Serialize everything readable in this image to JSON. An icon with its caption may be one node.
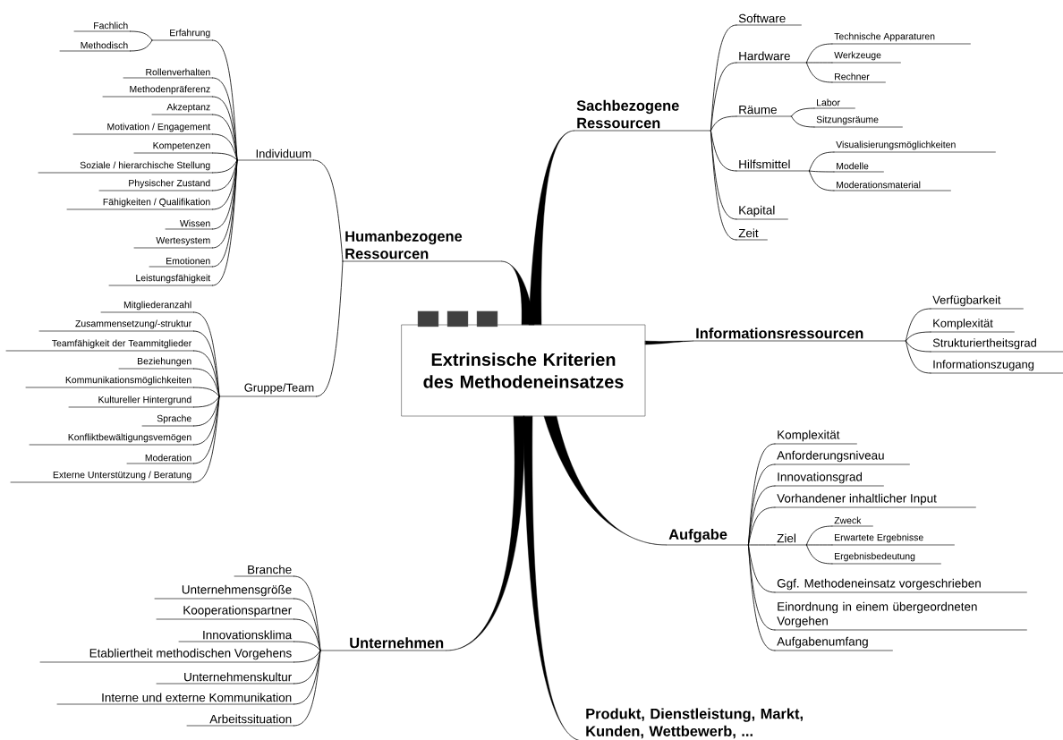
{
  "diagram": {
    "nodes": [
      {
        "text": [
          "Extrinsische Kriterien des Methodeneinsatzes"
        ]
      },
      {
        "text": [
          "Humanbezogene Ressourcen"
        ]
      },
      {
        "text": [
          "Individuum"
        ]
      },
      {
        "text": [
          "Erfahrung"
        ]
      },
      {
        "text": [
          "Fachlich"
        ]
      },
      {
        "text": [
          "Methodisch"
        ]
      },
      {
        "text": [
          "Rollenverhalten"
        ]
      },
      {
        "text": [
          "Methodenpräferenz"
        ]
      },
      {
        "text": [
          "Akzeptanz"
        ]
      },
      {
        "text": [
          "Motivation / Engagement"
        ]
      },
      {
        "text": [
          "Kompetenzen"
        ]
      },
      {
        "text": [
          "Soziale / hierarchische Stellung"
        ]
      },
      {
        "text": [
          "Physischer Zustand"
        ]
      },
      {
        "text": [
          "Fähigkeiten / Qualifikation"
        ]
      },
      {
        "text": [
          "Wissen"
        ]
      },
      {
        "text": [
          "Wertesystem"
        ]
      },
      {
        "text": [
          "Emotionen"
        ]
      },
      {
        "text": [
          "Leistungsfähigkeit"
        ]
      },
      {
        "text": [
          "Gruppe/Team"
        ]
      },
      {
        "text": [
          "Mitgliederanzahl"
        ]
      },
      {
        "text": [
          "Zusammensetzung/-struktur"
        ]
      },
      {
        "text": [
          "Teamfähigkeit der Teammitglieder"
        ]
      },
      {
        "text": [
          "Beziehungen"
        ]
      },
      {
        "text": [
          "Kommunikationsmöglichkeiten"
        ]
      },
      {
        "text": [
          "Kultureller Hintergrund"
        ]
      },
      {
        "text": [
          "Sprache"
        ]
      },
      {
        "text": [
          "Konfliktbewältigungsvemögen"
        ]
      },
      {
        "text": [
          "Moderation"
        ]
      },
      {
        "text": [
          "Externe Unterstützung / Beratung"
        ]
      },
      {
        "text": [
          "Unternehmen"
        ]
      },
      {
        "text": [
          "Branche"
        ]
      },
      {
        "text": [
          "Unternehmensgröße"
        ]
      },
      {
        "text": [
          "Kooperationspartner"
        ]
      },
      {
        "text": [
          "Innovationsklima"
        ]
      },
      {
        "text": [
          "Etabliertheit methodischen Vorgehens"
        ]
      },
      {
        "text": [
          "Unternehmenskultur"
        ]
      },
      {
        "text": [
          "Interne und externe Kommunikation"
        ]
      },
      {
        "text": [
          "Arbeitssituation"
        ]
      },
      {
        "text": [
          "Sachbezogene Ressourcen"
        ]
      },
      {
        "text": [
          "Software"
        ]
      },
      {
        "text": [
          "Hardware"
        ]
      },
      {
        "text": [
          "Technische Apparaturen"
        ]
      },
      {
        "text": [
          "Werkzeuge"
        ]
      },
      {
        "text": [
          "Rechner"
        ]
      },
      {
        "text": [
          "Räume"
        ]
      },
      {
        "text": [
          "Labor"
        ]
      },
      {
        "text": [
          "Sitzungsräume"
        ]
      },
      {
        "text": [
          "Hilfsmittel"
        ]
      },
      {
        "text": [
          "Visualisierungsmöglichkeiten"
        ]
      },
      {
        "text": [
          "Modelle"
        ]
      },
      {
        "text": [
          "Moderationsmaterial"
        ]
      },
      {
        "text": [
          "Kapital"
        ]
      },
      {
        "text": [
          "Zeit"
        ]
      },
      {
        "text": [
          "Informationsressourcen"
        ]
      },
      {
        "text": [
          "Verfügbarkeit"
        ]
      },
      {
        "text": [
          "Komplexität"
        ]
      },
      {
        "text": [
          "Strukturiertheitsgrad"
        ]
      },
      {
        "text": [
          "Informationszugang"
        ]
      },
      {
        "text": [
          "Aufgabe"
        ]
      },
      {
        "text": [
          "Komplexität"
        ]
      },
      {
        "text": [
          "Anforderungsniveau"
        ]
      },
      {
        "text": [
          "Innovationsgrad"
        ]
      },
      {
        "text": [
          "Vorhandener inhaltlicher Input"
        ]
      },
      {
        "text": [
          "Ziel"
        ]
      },
      {
        "text": [
          "Zweck"
        ]
      },
      {
        "text": [
          "Erwartete Ergebnisse"
        ]
      },
      {
        "text": [
          "Ergebnisbedeutung"
        ]
      },
      {
        "text": [
          "Ggf. Methodeneinsatz vorgeschrieben"
        ]
      },
      {
        "text": [
          "Einordnung in einem übergeordneten Vorgehen"
        ]
      },
      {
        "text": [
          "Aufgabenumfang"
        ]
      },
      {
        "text": [
          "Produkt, Dienstleistung, Markt, Kunden, Wettbewerb, ..."
        ]
      }
    ],
    "edges": [
      {
        "from": 0,
        "to": 1,
        "arrow": "none",
        "style": "thick"
      },
      {
        "from": 0,
        "to": 38,
        "arrow": "none",
        "style": "thick"
      },
      {
        "from": 0,
        "to": 53,
        "arrow": "none",
        "style": "thick"
      },
      {
        "from": 0,
        "to": 58,
        "arrow": "none",
        "style": "thick"
      },
      {
        "from": 0,
        "to": 29,
        "arrow": "none",
        "style": "thick"
      },
      {
        "from": 0,
        "to": 70,
        "arrow": "none",
        "style": "thick"
      },
      {
        "from": 1,
        "to": 2,
        "arrow": "none"
      },
      {
        "from": 1,
        "to": 18,
        "arrow": "none"
      },
      {
        "from": 2,
        "to": 3,
        "arrow": "none"
      },
      {
        "from": 3,
        "to": 4,
        "arrow": "none"
      },
      {
        "from": 3,
        "to": 5,
        "arrow": "none"
      },
      {
        "from": 2,
        "to": 6,
        "arrow": "none"
      },
      {
        "from": 2,
        "to": 7,
        "arrow": "none"
      },
      {
        "from": 2,
        "to": 8,
        "arrow": "none"
      },
      {
        "from": 2,
        "to": 9,
        "arrow": "none"
      },
      {
        "from": 2,
        "to": 10,
        "arrow": "none"
      },
      {
        "from": 2,
        "to": 11,
        "arrow": "none"
      },
      {
        "from": 2,
        "to": 12,
        "arrow": "none"
      },
      {
        "from": 2,
        "to": 13,
        "arrow": "none"
      },
      {
        "from": 2,
        "to": 14,
        "arrow": "none"
      },
      {
        "from": 2,
        "to": 15,
        "arrow": "none"
      },
      {
        "from": 2,
        "to": 16,
        "arrow": "none"
      },
      {
        "from": 2,
        "to": 17,
        "arrow": "none"
      },
      {
        "from": 18,
        "to": 19,
        "arrow": "none"
      },
      {
        "from": 18,
        "to": 20,
        "arrow": "none"
      },
      {
        "from": 18,
        "to": 21,
        "arrow": "none"
      },
      {
        "from": 18,
        "to": 22,
        "arrow": "none"
      },
      {
        "from": 18,
        "to": 23,
        "arrow": "none"
      },
      {
        "from": 18,
        "to": 24,
        "arrow": "none"
      },
      {
        "from": 18,
        "to": 25,
        "arrow": "none"
      },
      {
        "from": 18,
        "to": 26,
        "arrow": "none"
      },
      {
        "from": 18,
        "to": 27,
        "arrow": "none"
      },
      {
        "from": 18,
        "to": 28,
        "arrow": "none"
      },
      {
        "from": 29,
        "to": 30,
        "arrow": "none"
      },
      {
        "from": 29,
        "to": 31,
        "arrow": "none"
      },
      {
        "from": 29,
        "to": 32,
        "arrow": "none"
      },
      {
        "from": 29,
        "to": 33,
        "arrow": "none"
      },
      {
        "from": 29,
        "to": 34,
        "arrow": "none"
      },
      {
        "from": 29,
        "to": 35,
        "arrow": "none"
      },
      {
        "from": 29,
        "to": 36,
        "arrow": "none"
      },
      {
        "from": 29,
        "to": 37,
        "arrow": "none"
      },
      {
        "from": 38,
        "to": 39,
        "arrow": "none"
      },
      {
        "from": 38,
        "to": 40,
        "arrow": "none"
      },
      {
        "from": 40,
        "to": 41,
        "arrow": "none"
      },
      {
        "from": 40,
        "to": 42,
        "arrow": "none"
      },
      {
        "from": 40,
        "to": 43,
        "arrow": "none"
      },
      {
        "from": 38,
        "to": 44,
        "arrow": "none"
      },
      {
        "from": 44,
        "to": 45,
        "arrow": "none"
      },
      {
        "from": 44,
        "to": 46,
        "arrow": "none"
      },
      {
        "from": 38,
        "to": 47,
        "arrow": "none"
      },
      {
        "from": 47,
        "to": 48,
        "arrow": "none"
      },
      {
        "from": 47,
        "to": 49,
        "arrow": "none"
      },
      {
        "from": 47,
        "to": 50,
        "arrow": "none"
      },
      {
        "from": 38,
        "to": 51,
        "arrow": "none"
      },
      {
        "from": 38,
        "to": 52,
        "arrow": "none"
      },
      {
        "from": 53,
        "to": 54,
        "arrow": "none"
      },
      {
        "from": 53,
        "to": 55,
        "arrow": "none"
      },
      {
        "from": 53,
        "to": 56,
        "arrow": "none"
      },
      {
        "from": 53,
        "to": 57,
        "arrow": "none"
      },
      {
        "from": 58,
        "to": 59,
        "arrow": "none"
      },
      {
        "from": 58,
        "to": 60,
        "arrow": "none"
      },
      {
        "from": 58,
        "to": 61,
        "arrow": "none"
      },
      {
        "from": 58,
        "to": 62,
        "arrow": "none"
      },
      {
        "from": 58,
        "to": 63,
        "arrow": "none"
      },
      {
        "from": 63,
        "to": 64,
        "arrow": "none"
      },
      {
        "from": 63,
        "to": 65,
        "arrow": "none"
      },
      {
        "from": 63,
        "to": 66,
        "arrow": "none"
      },
      {
        "from": 58,
        "to": 67,
        "arrow": "none"
      },
      {
        "from": 58,
        "to": 68,
        "arrow": "none"
      },
      {
        "from": 58,
        "to": 69,
        "arrow": "none"
      }
    ]
  }
}
